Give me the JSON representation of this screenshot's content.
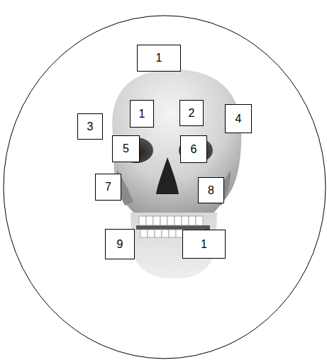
{
  "diagram": {
    "nodes": [
      {
        "text": [
          "1"
        ]
      },
      {
        "text": [
          "3"
        ]
      },
      {
        "text": [
          "1"
        ]
      },
      {
        "text": [
          "2"
        ]
      },
      {
        "text": [
          "4"
        ]
      },
      {
        "text": [
          "5"
        ]
      },
      {
        "text": [
          "6"
        ]
      },
      {
        "text": [
          "7"
        ]
      },
      {
        "text": [
          "8"
        ]
      },
      {
        "text": [
          "9"
        ]
      },
      {
        "text": [
          "1"
        ]
      }
    ]
  }
}
